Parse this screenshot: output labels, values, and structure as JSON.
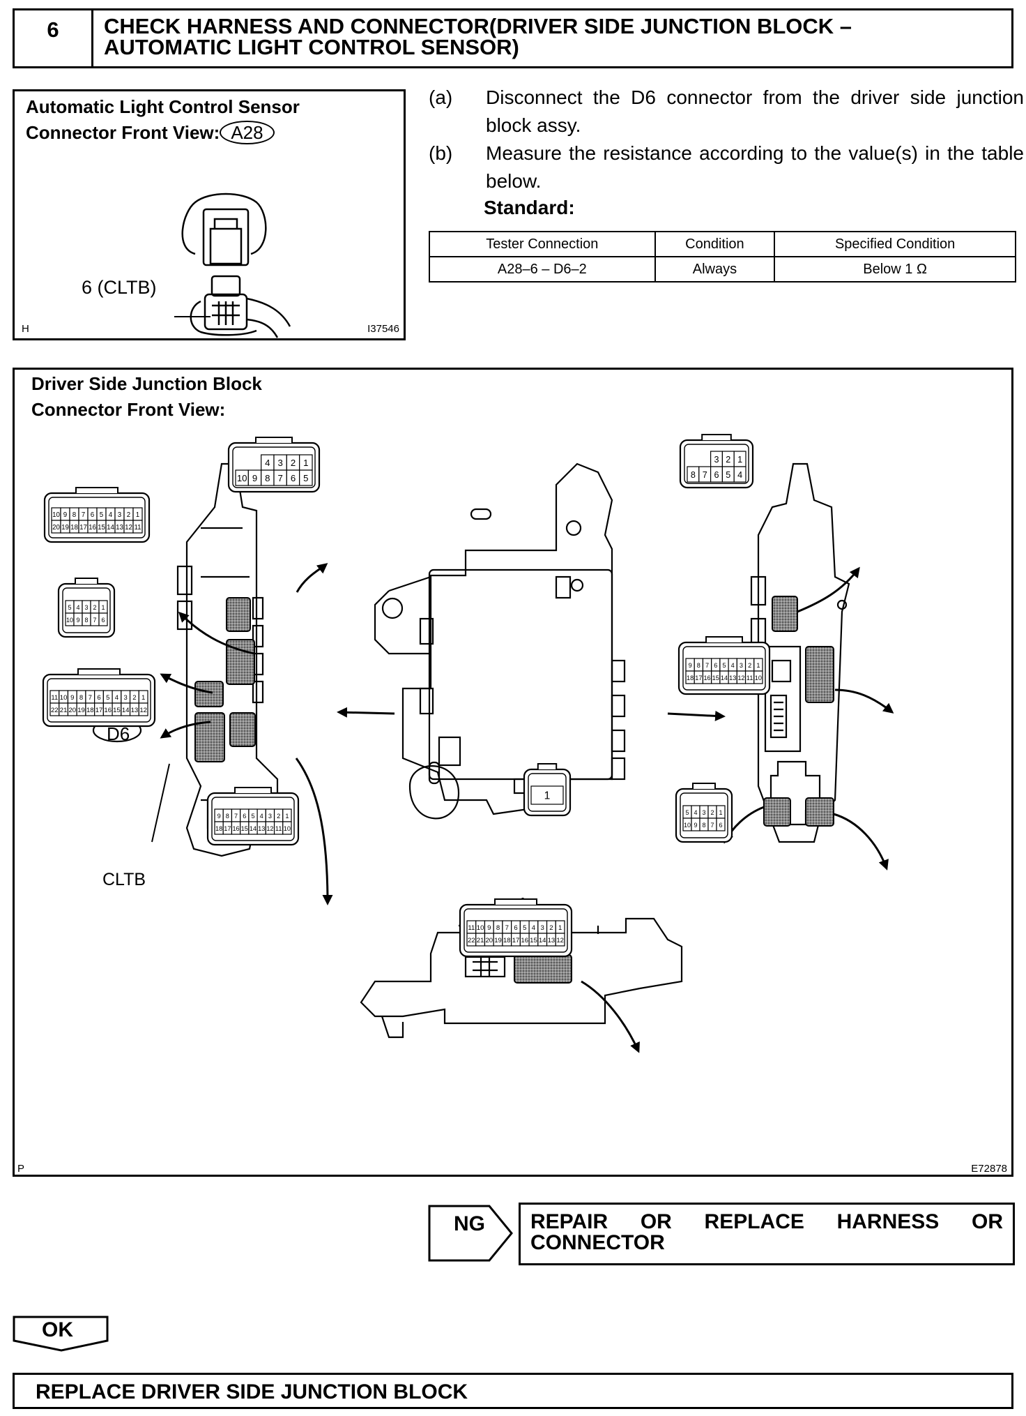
{
  "step": {
    "number": "6",
    "title_line1": "CHECK HARNESS AND CONNECTOR(DRIVER SIDE JUNCTION BLOCK –",
    "title_line2": "AUTOMATIC LIGHT CONTROL SENSOR)"
  },
  "sensor_figure": {
    "title_line1": "Automatic Light Control Sensor",
    "title_line2": "Connector Front View:",
    "connector_id": "A28",
    "pin_callout": "6 (CLTB)",
    "corner_letter": "H",
    "figure_code": "I37546"
  },
  "instructions": [
    {
      "label": "(a)",
      "text": "Disconnect the D6 connector from the driver side junction block assy."
    },
    {
      "label": "(b)",
      "text": "Measure the resistance according to the value(s) in the table below."
    }
  ],
  "standard_label": "Standard:",
  "spec_table": {
    "headers": [
      "Tester Connection",
      "Condition",
      "Specified Condition"
    ],
    "rows": [
      [
        "A28–6 – D6–2",
        "Always",
        "Below 1 Ω"
      ]
    ]
  },
  "junction_figure": {
    "title_line1": "Driver Side Junction Block",
    "title_line2": "Connector Front View:",
    "connector_id": "D6",
    "pin_callout": "CLTB",
    "corner_letter": "P",
    "figure_code": "E72878",
    "connectors": {
      "top_left_10": {
        "top": [
          "4",
          "3",
          "2",
          "1"
        ],
        "bottom": [
          "10",
          "9",
          "8",
          "7",
          "6",
          "5"
        ]
      },
      "left_20": {
        "top": [
          "10",
          "9",
          "8",
          "7",
          "6",
          "5",
          "4",
          "3",
          "2",
          "1"
        ],
        "bottom": [
          "20",
          "19",
          "18",
          "17",
          "16",
          "15",
          "14",
          "13",
          "12",
          "11"
        ]
      },
      "left_10": {
        "top": [
          "5",
          "4",
          "3",
          "2",
          "1"
        ],
        "bottom": [
          "10",
          "9",
          "8",
          "7",
          "6"
        ]
      },
      "d6_22": {
        "top": [
          "11",
          "10",
          "9",
          "8",
          "7",
          "6",
          "5",
          "4",
          "3",
          "2",
          "1"
        ],
        "bottom": [
          "22",
          "21",
          "20",
          "19",
          "18",
          "17",
          "16",
          "15",
          "14",
          "13",
          "12"
        ]
      },
      "bottom_18": {
        "top": [
          "9",
          "8",
          "7",
          "6",
          "5",
          "4",
          "3",
          "2",
          "1"
        ],
        "bottom": [
          "18",
          "17",
          "16",
          "15",
          "14",
          "13",
          "12",
          "11",
          "10"
        ]
      },
      "bottom_22": {
        "top": [
          "11",
          "10",
          "9",
          "8",
          "7",
          "6",
          "5",
          "4",
          "3",
          "2",
          "1"
        ],
        "bottom": [
          "22",
          "21",
          "20",
          "19",
          "18",
          "17",
          "16",
          "15",
          "14",
          "13",
          "12"
        ]
      },
      "top_right_8": {
        "top": [
          "3",
          "2",
          "1"
        ],
        "bottom": [
          "8",
          "7",
          "6",
          "5",
          "4"
        ]
      },
      "right_18": {
        "top": [
          "9",
          "8",
          "7",
          "6",
          "5",
          "4",
          "3",
          "2",
          "1"
        ],
        "bottom": [
          "18",
          "17",
          "16",
          "15",
          "14",
          "13",
          "12",
          "11",
          "10"
        ]
      },
      "right_1": {
        "top": [
          "1"
        ]
      },
      "right_10": {
        "top": [
          "5",
          "4",
          "3",
          "2",
          "1"
        ],
        "bottom": [
          "10",
          "9",
          "8",
          "7",
          "6"
        ]
      }
    }
  },
  "ng": {
    "label": "NG",
    "result_words": [
      "REPAIR",
      "OR",
      "REPLACE",
      "HARNESS",
      "OR"
    ],
    "result_line2": "CONNECTOR"
  },
  "ok": {
    "label": "OK",
    "result": "REPLACE DRIVER SIDE JUNCTION BLOCK"
  }
}
